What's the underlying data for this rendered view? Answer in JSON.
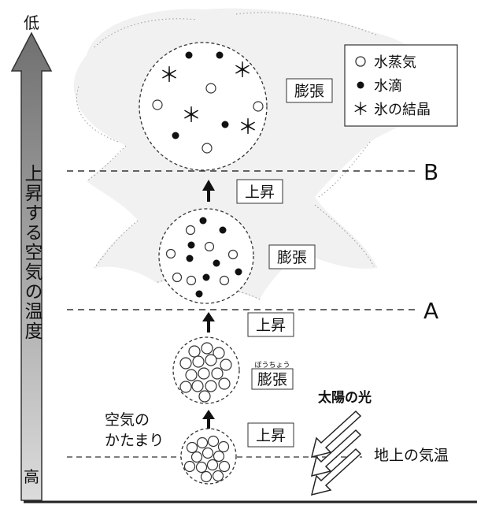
{
  "axis": {
    "low_label": "低",
    "high_label": "高",
    "title": "上昇する空気の温度"
  },
  "levels": {
    "a_label": "A",
    "b_label": "B"
  },
  "legend": {
    "items": [
      {
        "symbol": "○",
        "label": "水蒸気"
      },
      {
        "symbol": "●",
        "label": "水滴"
      },
      {
        "symbol": "＊",
        "label": "氷の結晶"
      }
    ]
  },
  "labels": {
    "expand": "膨張",
    "expand_ruby": "ぼうちょう",
    "rise": "上昇",
    "air_mass_line1": "空気の",
    "air_mass_line2": "かたまり",
    "sunlight": "太陽の光",
    "ground_temp": "地上の気温"
  }
}
